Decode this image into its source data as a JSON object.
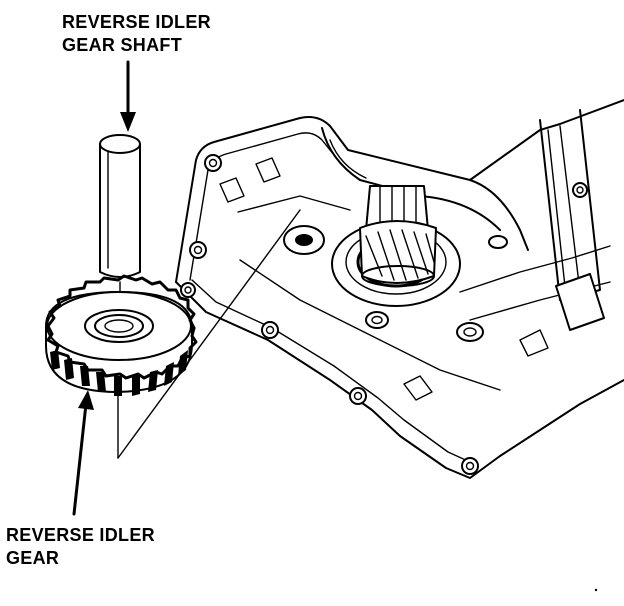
{
  "labels": {
    "shaft": {
      "line1": "REVERSE IDLER",
      "line2": "GEAR SHAFT"
    },
    "gear": {
      "line1": "REVERSE IDLER",
      "line2": "GEAR"
    }
  },
  "icons": {
    "shaft": "cylinder-shaft-icon",
    "gear": "spur-gear-icon",
    "housing": "transmission-housing-icon"
  },
  "colors": {
    "ink": "#000000",
    "paper": "#ffffff"
  }
}
